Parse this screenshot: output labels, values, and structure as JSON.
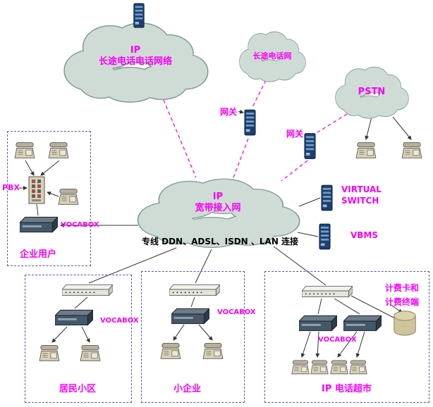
{
  "clouds": {
    "ip_long_distance_net": {
      "line1": "IP",
      "line2": "长途电话电话网络"
    },
    "long_distance_net": {
      "label": "长途电话网"
    },
    "pstn": {
      "label": "PSTN"
    },
    "ip_broadband_access": {
      "line1": "IP",
      "line2": "宽带接入网"
    }
  },
  "labels": {
    "gateway": "网关",
    "virtual_switch_line1": "VIRTUAL",
    "virtual_switch_line2": "SWITCH",
    "vbms": "VBMS",
    "pbx": "PBX",
    "vocabox": "VOCABOX",
    "access_methods": "专线 DDN、ADSL、ISDN 、LAN 连接",
    "billing_line1": "计费卡和",
    "billing_line2": "计费终端"
  },
  "groups": {
    "enterprise": "企业用户",
    "residential": "居民小区",
    "small_business": "小企业",
    "ip_phone_market": "IP 电话超市"
  },
  "icons": {
    "server": "server-icon",
    "phone": "telephone-icon",
    "switch": "lan-switch-icon",
    "vocabox": "vocabox-device-icon",
    "pbx": "pbx-device-icon",
    "database": "billing-database-cylinder-icon"
  },
  "colors": {
    "label_magenta": "#f800f8",
    "link_magenta": "#ff00ff",
    "cloud_fill": "#cfdcd5",
    "cloud_stroke": "#7d9a92",
    "group_border_blue": "#5555cc",
    "server_blue": "#1d3f6e",
    "line_black": "#333333"
  }
}
